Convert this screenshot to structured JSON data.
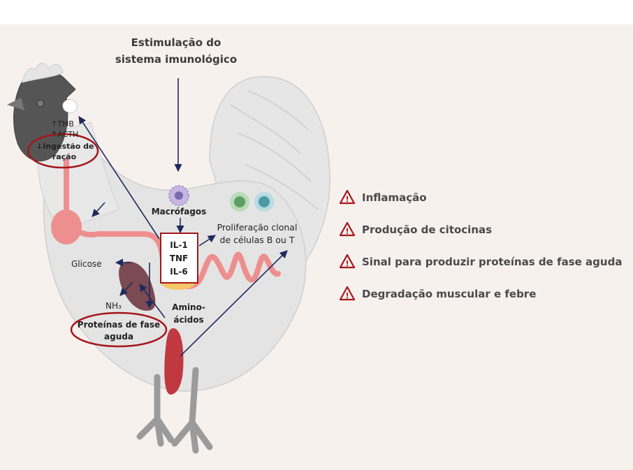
{
  "title": {
    "line1": "Estimulação do",
    "line2": "sistema imunológico"
  },
  "labels": {
    "tmb": "↑TMB",
    "acth": "↑ACTH",
    "ingestao_line1": "↓Ingestão de",
    "ingestao_line2": "ração",
    "macrofagos": "Macrófagos",
    "il1": "IL-1",
    "tnf": "TNF",
    "il6": "IL-6",
    "proliferacao_line1": "Proliferação clonal",
    "proliferacao_line2": "de células B ou T",
    "glicose": "Glicose",
    "nh3": "NH₃",
    "aminoacidos_line1": "Amino-",
    "aminoacidos_line2": "ácidos",
    "proteinas_line1": "Proteínas de fase",
    "proteinas_line2": "aguda"
  },
  "legend": [
    {
      "icon": "warning-icon",
      "text": "Inflamação"
    },
    {
      "icon": "warning-icon",
      "text": "Produção de citocinas"
    },
    {
      "icon": "warning-icon",
      "text": "Sinal para produzir proteínas de fase aguda"
    },
    {
      "icon": "warning-icon",
      "text": "Degradação muscular e febre"
    }
  ],
  "colors": {
    "background": "#f7f1ee",
    "arrow": "#1f2a5c",
    "highlight_red": "#a4161a",
    "gut": "#ee8f8f",
    "liver": "#7b4a52",
    "muscle": "#c0393f",
    "bird_body": "#e4e4e4",
    "head": "#555555"
  }
}
